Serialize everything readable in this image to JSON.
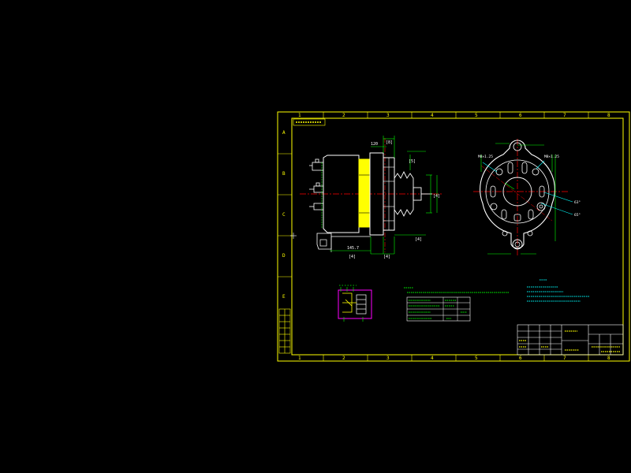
{
  "sheet": {
    "column_markers": [
      "1",
      "2",
      "3",
      "4",
      "5",
      "6",
      "7",
      "8"
    ],
    "row_markers": [
      "A",
      "B",
      "C",
      "D",
      "E"
    ]
  },
  "dimensions": {
    "side_view": [
      "[8]",
      "120",
      "[5]",
      "[4]",
      "145.7",
      "[4]",
      "[4]",
      "[4]"
    ],
    "front_view": [
      "M8×1.25",
      "63°",
      "65°"
    ]
  },
  "colors": {
    "background": "#000000",
    "frame": "#ffff00",
    "geometry": "#ffffff",
    "dimension": "#00ff00",
    "centerline": "#ff0000",
    "highlight": "#ffff00",
    "leader": "#00ffff",
    "schematic": "#ff00ff"
  }
}
